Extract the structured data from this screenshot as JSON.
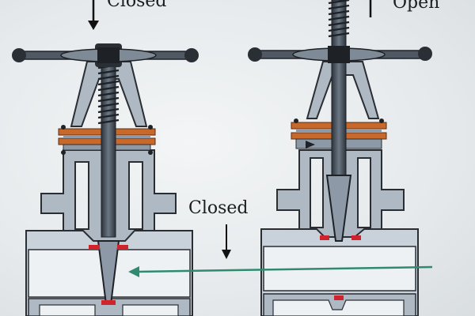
{
  "labels": {
    "left_top": "Closed",
    "right_top": "Open",
    "middle": "Closed"
  },
  "colors": {
    "background": "#e8ecef",
    "body_fill": "#aeb9c4",
    "body_dark": "#8d99a6",
    "outline": "#2a2e33",
    "stem": "#3e4650",
    "gasket": "#c8682a",
    "seal": "#d0242c",
    "flow_arrow": "#2f8a6e"
  }
}
